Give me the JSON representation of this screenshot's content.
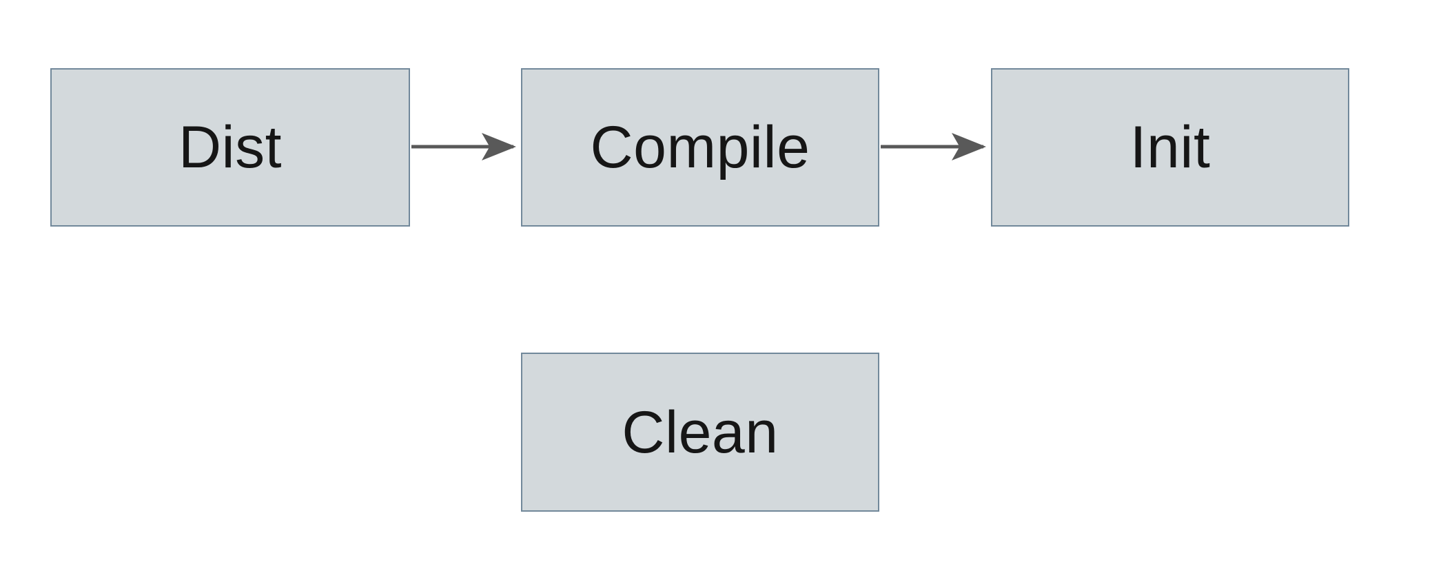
{
  "diagram": {
    "title": "build-targets-flowchart",
    "colors": {
      "canvas_background": "#ffffff",
      "node_fill": "#d3d9dc",
      "node_border": "#71889a",
      "arrow": "#595959",
      "label_text": "#161616"
    },
    "nodes": [
      {
        "id": "dist",
        "label": "Dist"
      },
      {
        "id": "compile",
        "label": "Compile"
      },
      {
        "id": "init",
        "label": "Init"
      },
      {
        "id": "clean",
        "label": "Clean"
      }
    ],
    "edges": [
      {
        "from": "Dist",
        "to": "Compile",
        "style": "solid-arrow"
      },
      {
        "from": "Compile",
        "to": "Init",
        "style": "solid-arrow"
      }
    ]
  }
}
